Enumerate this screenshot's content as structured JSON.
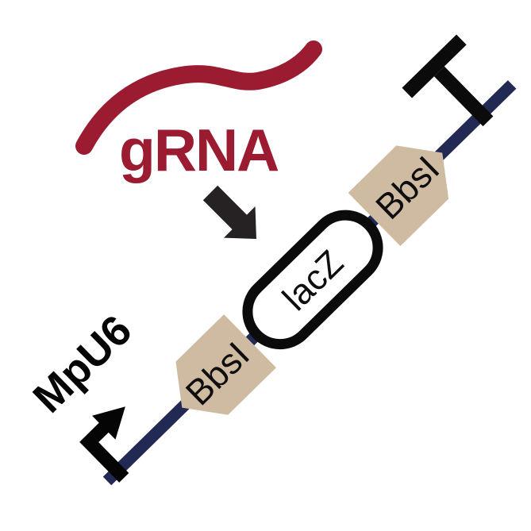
{
  "grna": {
    "label": "gRNA",
    "color": "#9B1C31"
  },
  "arrow": {
    "color": "#262223"
  },
  "construct": {
    "backbone_color": "#222952",
    "label_color": "#0E0E0E",
    "promoter": {
      "label": "MpU6",
      "color": "#050505"
    },
    "bbsi_left": {
      "label": "BbsI",
      "fill": "#CFBBA1"
    },
    "lacz": {
      "label": "lacZ",
      "fill": "#FFFFFF",
      "stroke": "#0B0B0B"
    },
    "bbsi_right": {
      "label": "BbsI",
      "fill": "#CFBBA1"
    },
    "terminator": {
      "color": "#0B0B0B"
    }
  }
}
